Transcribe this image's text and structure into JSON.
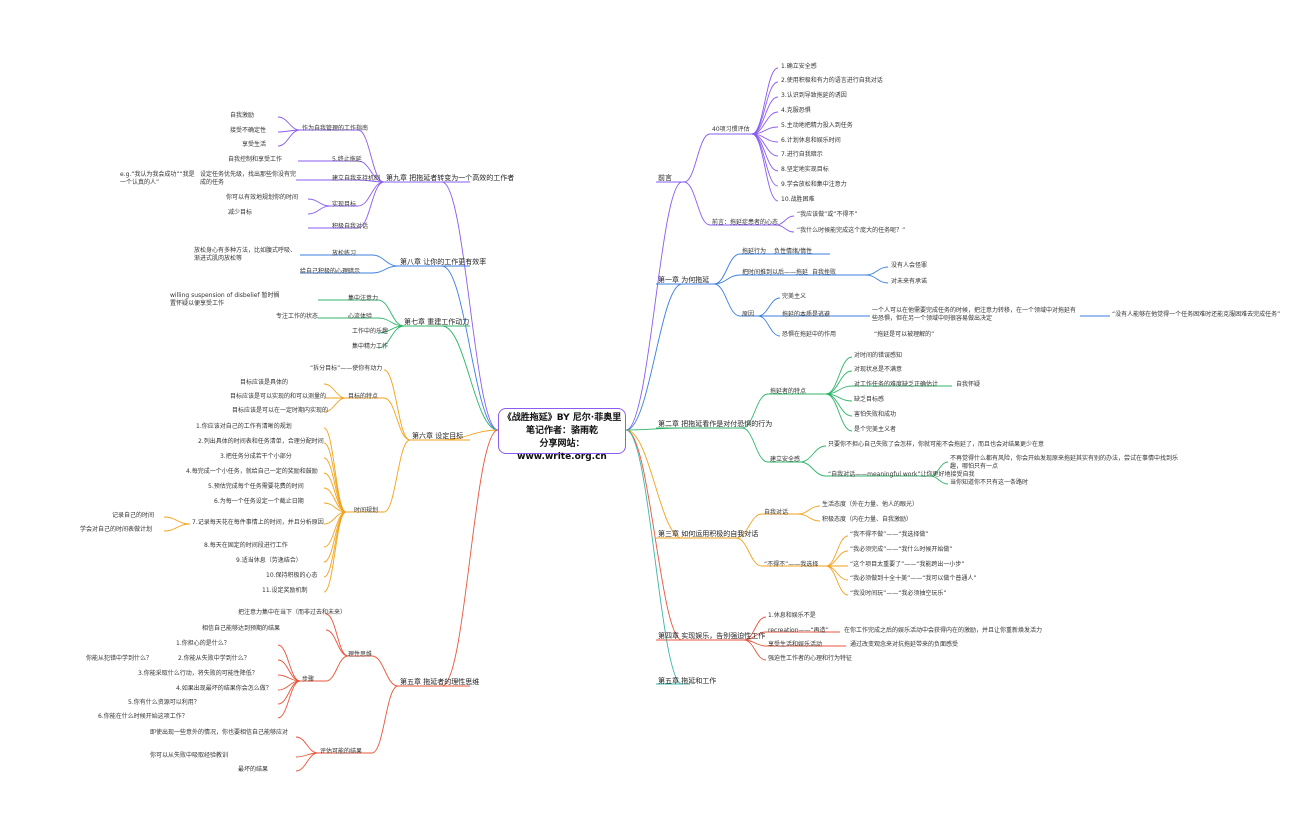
{
  "center": {
    "title": "《战胜拖延》BY 尼尔·菲奥里",
    "author": "笔记作者：骆雨乾",
    "site": "分享网站：www.write.org.cn"
  },
  "colors": {
    "purple": "#8a5cf0",
    "blue": "#3a7fe0",
    "green": "#2fb56a",
    "orange": "#f2a21c",
    "red": "#e8553a",
    "teal": "#3fb5a8"
  },
  "right": {
    "intro": {
      "label": "前言",
      "habits": {
        "label": "40项习惯评估",
        "items": [
          "1.确立安全感",
          "2.使用积极和有力的语言进行自我对话",
          "3.认识到导致拖延的诱因",
          "4.克服恐惧",
          "5.主动地把精力投入到任务",
          "6.计划休息和娱乐时间",
          "7.进行自我暗示",
          "8.坚定地实现目标",
          "9.学会放松和集中注意力",
          "10.战胜困难"
        ]
      },
      "tools": {
        "label": "前言：拖延症患者的心态",
        "items": [
          "“我应该做”或“不得不”",
          "“我什么时候能完成这个庞大的任务呢？”"
        ]
      }
    },
    "ch1": {
      "label": "第一章 为何拖延",
      "a": "拖延行为",
      "a2": "负性情绪/惰性",
      "b": "把时间推到以后——拖延",
      "b2": "自我挫败",
      "b3a": "没有人会怪罪",
      "b3b": "对未来有承诺",
      "c": "原因",
      "c1": "完美主义",
      "c2": "拖延的本质是逃避",
      "c3": "一个人可以在他需要完成任务的时候，把注意力转移，在一个领域中对拖延有些恐惧，但在另一个领域中则很容易做出决定",
      "c4": "“没有人能够在他觉得一个任务困难时还能克服困难去完成任务”",
      "c5": "恐惧在拖延中的作用",
      "c6": "“拖延是可以被理解的”"
    },
    "ch2": {
      "label": "第二章 把拖延看作是对付恐惧的行为",
      "a": "拖延者的特点",
      "items": [
        "对时间的错误感知",
        "对现状总是不满意",
        "对工作任务的难度缺乏正确估计",
        "缺乏目标感",
        "害怕失败和成功",
        "是个完美主义者"
      ],
      "a3": "自我怀疑",
      "b": "建立安全感",
      "b1": "只要你不担心自己失败了会怎样，你就可能不会拖延了，而且也会对结果更少在意",
      "b2": "“自我对话——meaningful work”让你更好地接受自我",
      "b3": "不再觉得什么都有风险，你会开始发现原来拖延其实有别的办法，尝试在事情中找到乐趣，哪怕只有一点",
      "b4": "当你知道你不只有这一条路时"
    },
    "ch3": {
      "label": "第三章 如何运用积极的自我对话",
      "a": "自我对话",
      "a1": "生活态度（外在力量、他人的眼光）",
      "a2": "积极态度（内在力量、自我激励）",
      "b": "“不得不”——我选择",
      "b1": "“我不得不做”——“我选择做”",
      "b2": "“我必须完成”——“我什么时候开始做”",
      "b3": "“这个项目太重要了”——“我能跨出一小步”",
      "b4": "“我必须做到十全十美”——“我可以做个普通人”",
      "b5": "“我没时间玩”——“我必须抽空玩乐”"
    },
    "ch4": {
      "label": "第四章 实现娱乐，告别强迫性工作",
      "a": "1.休息和娱乐不是",
      "b": "recreation——“再造”",
      "b2": "在你工作完成之后的娱乐活动中会获得内在的激励，并且让你重新焕发活力",
      "c": "享受生活和娱乐活动",
      "c2": "通过改变观念来对抗拖延带来的负面感受",
      "d": "强迫性工作者的心理和行为特征"
    },
    "ch5": {
      "label": "第五章 拖延和工作"
    }
  },
  "left": {
    "ch9": {
      "label": "第九章 把拖延者转变为一个高效的工作者",
      "a": "作为自我管理的工作指南",
      "a1": "自我激励",
      "a2": "接受不确定性",
      "a3": "享受生活",
      "b": "5.终止拖延",
      "b1": "自我控制和享受工作",
      "c": "建立自我支持机制",
      "c1": "设定任务优先级，找出那些你没有完成的任务",
      "c0": "e.g.“我认为我会成功”“我是一个认真的人”",
      "d": "实现目标",
      "d1": "你可以有效地规划你的时间",
      "d2": "减少目标",
      "e": "积极自我对话"
    },
    "ch8": {
      "label": "第八章 让你的工作更有效率",
      "a": "放松练习",
      "a0": "放松身心有多种方法，比如腹式呼吸、渐进式肌肉放松等",
      "b": "给自己积极的心理暗示"
    },
    "ch7": {
      "label": "第七章 重建工作动力",
      "a": "集中注意力",
      "a1": "willing suspension of disbelief 暂时搁置怀疑以便享受工作",
      "b": "心流体验",
      "b0": "专注工作的状态",
      "c": "工作中的乐趣",
      "d": "集中精力工作"
    },
    "ch6": {
      "label": "第六章 设定目标",
      "top": "“拆分目标”——使你有动力",
      "a": "目标的特点",
      "a1": "目标应该是具体的",
      "a2": "目标应该是可以实现的和可以测量的",
      "a3": "目标应该是可以在一定时期内实现的",
      "b": "时间规划",
      "items": [
        "1.你应该对自己的工作有清晰的规划",
        "2.列出具体的时间表和任务清单，合理分配时间",
        "3.把任务分成若干个小部分",
        "4.每完成一个小任务，就给自己一定的奖励和鼓励",
        "5.预估完成每个任务需要花费的时间",
        "6.为每一个任务设定一个截止日期",
        "7.记录每天花在每件事情上的时间，并且分析原因",
        "8.每天在固定的时间段进行工作",
        "9.适当休息（劳逸结合）",
        "10.保持积极的心态",
        "11.设定奖励机制"
      ],
      "b7a": "记录自己的时间",
      "b7b": "学会对自己的时间表做计划"
    },
    "ch5": {
      "label": "第五章 拖延者的理性思维",
      "a": "理性思维",
      "a1": "把注意力集中在当下（而非过去和未来）",
      "a2": "相信自己能够达到预期的结果",
      "b": "步骤",
      "b1": "1.你担心的是什么？",
      "b2": "2.你能从失败中学到什么？",
      "b3": "3.你能采取什么行动，将失败的可能性降低？",
      "b4": "4.如果出现最坏的结果你会怎么做？",
      "b5": "5.你有什么资源可以利用？",
      "b6": "6.你能在什么时候开始这项工作？",
      "b0": "你能从犯错中学到什么？",
      "c": "评估可能的结果",
      "c1": "即使出现一些意外的情况，你也要相信自己能够应对",
      "c2": "你可以从失败中吸取经验教训",
      "c3": "最坏的结果"
    }
  }
}
